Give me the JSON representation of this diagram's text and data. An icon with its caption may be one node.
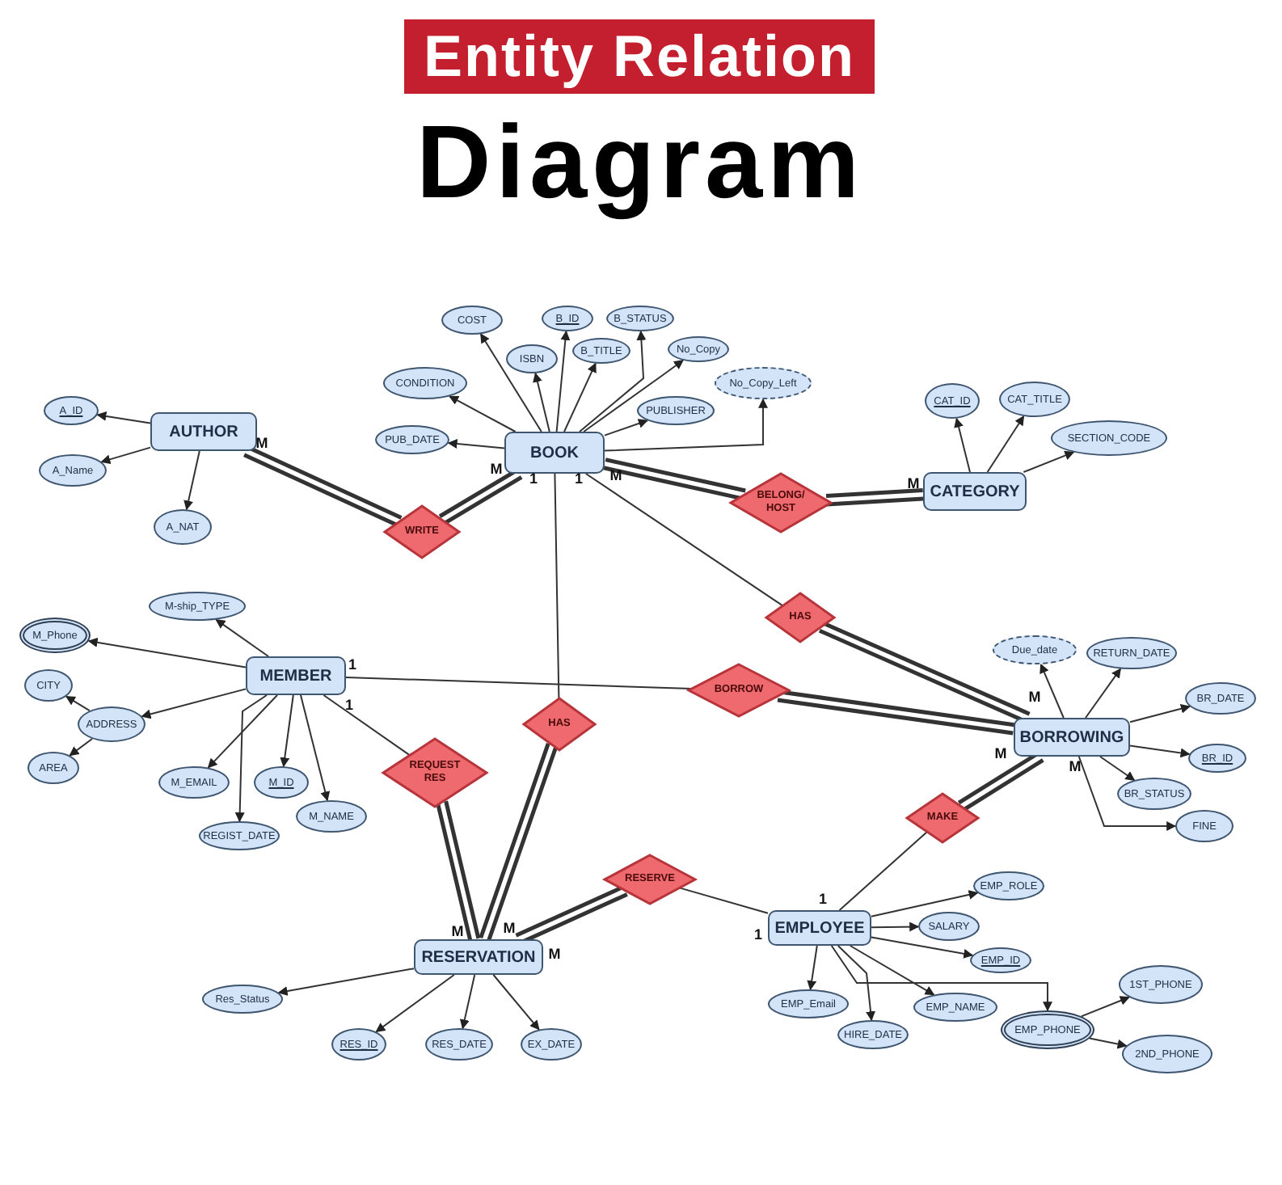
{
  "diagram": {
    "title": "Entity Relation",
    "nodes": [
      {
        "text": [
          "AUTHOR"
        ]
      },
      {
        "text": [
          "A_ID"
        ]
      },
      {
        "text": [
          "A_Name"
        ]
      },
      {
        "text": [
          "A_NAT"
        ]
      },
      {
        "text": [
          "BOOK"
        ]
      },
      {
        "text": [
          "COST"
        ]
      },
      {
        "text": [
          "CONDITION"
        ]
      },
      {
        "text": [
          "PUB_DATE"
        ]
      },
      {
        "text": [
          "ISBN"
        ]
      },
      {
        "text": [
          "B_ID"
        ]
      },
      {
        "text": [
          "B_TITLE"
        ]
      },
      {
        "text": [
          "B_STATUS"
        ]
      },
      {
        "text": [
          "No_Copy"
        ]
      },
      {
        "text": [
          "PUBLISHER"
        ]
      },
      {
        "text": [
          "No_Copy_Left"
        ]
      },
      {
        "text": [
          "WRITE"
        ]
      },
      {
        "text": [
          "BELONG/ HOST"
        ]
      },
      {
        "text": [
          "CATEGORY"
        ]
      },
      {
        "text": [
          "CAT_ID"
        ]
      },
      {
        "text": [
          "CAT_TITLE"
        ]
      },
      {
        "text": [
          "SECTION_CODE"
        ]
      },
      {
        "text": [
          "M-ship_TYPE"
        ]
      },
      {
        "text": [
          "M_Phone"
        ]
      },
      {
        "text": [
          "MEMBER"
        ]
      },
      {
        "text": [
          "CITY"
        ]
      },
      {
        "text": [
          "ADDRESS"
        ]
      },
      {
        "text": [
          "AREA"
        ]
      },
      {
        "text": [
          "M_EMAIL"
        ]
      },
      {
        "text": [
          "M_ID"
        ]
      },
      {
        "text": [
          "REGIST_DATE"
        ]
      },
      {
        "text": [
          "M_NAME"
        ]
      },
      {
        "text": [
          "HAS"
        ]
      },
      {
        "text": [
          "BORROW"
        ]
      },
      {
        "text": [
          "HAS"
        ]
      },
      {
        "text": [
          "REQUEST RES"
        ]
      },
      {
        "text": [
          "Due_date"
        ]
      },
      {
        "text": [
          "RETURN_DATE"
        ]
      },
      {
        "text": [
          "BORROWING"
        ]
      },
      {
        "text": [
          "BR_DATE"
        ]
      },
      {
        "text": [
          "BR_ID"
        ]
      },
      {
        "text": [
          "BR_STATUS"
        ]
      },
      {
        "text": [
          "FINE"
        ]
      },
      {
        "text": [
          "MAKE"
        ]
      },
      {
        "text": [
          "RESERVE"
        ]
      },
      {
        "text": [
          "RESERVATION"
        ]
      },
      {
        "text": [
          "EMPLOYEE"
        ]
      },
      {
        "text": [
          "EMP_ROLE"
        ]
      },
      {
        "text": [
          "SALARY"
        ]
      },
      {
        "text": [
          "EMP_ID"
        ]
      },
      {
        "text": [
          "Res_Status"
        ]
      },
      {
        "text": [
          "EMP_Email"
        ]
      },
      {
        "text": [
          "EMP_NAME"
        ]
      },
      {
        "text": [
          "HIRE_DATE"
        ]
      },
      {
        "text": [
          "RES_ID"
        ]
      },
      {
        "text": [
          "RES_DATE"
        ]
      },
      {
        "text": [
          "EX_DATE"
        ]
      },
      {
        "text": [
          "EMP_PHONE"
        ]
      },
      {
        "text": [
          "1ST_PHONE"
        ]
      },
      {
        "text": [
          "2ND_PHONE"
        ]
      }
    ],
    "edges": [
      {
        "from": 0,
        "to": 1,
        "arrow": "to"
      },
      {
        "from": 0,
        "to": 2,
        "arrow": "to"
      },
      {
        "from": 0,
        "to": 3,
        "arrow": "to"
      },
      {
        "from": 4,
        "to": 5,
        "arrow": "to"
      },
      {
        "from": 4,
        "to": 6,
        "arrow": "to"
      },
      {
        "from": 4,
        "to": 7,
        "arrow": "to"
      },
      {
        "from": 4,
        "to": 8,
        "arrow": "to"
      },
      {
        "from": 4,
        "to": 9,
        "arrow": "to"
      },
      {
        "from": 4,
        "to": 10,
        "arrow": "to"
      },
      {
        "from": 4,
        "to": 11,
        "arrow": "to"
      },
      {
        "from": 4,
        "to": 12,
        "arrow": "to"
      },
      {
        "from": 4,
        "to": 13,
        "arrow": "to"
      },
      {
        "from": 4,
        "to": 14,
        "arrow": "to"
      },
      {
        "from": 17,
        "to": 18,
        "arrow": "to"
      },
      {
        "from": 17,
        "to": 19,
        "arrow": "to"
      },
      {
        "from": 17,
        "to": 20,
        "arrow": "to"
      },
      {
        "from": 23,
        "to": 21,
        "arrow": "to"
      },
      {
        "from": 23,
        "to": 22,
        "arrow": "to"
      },
      {
        "from": 23,
        "to": 25,
        "arrow": "to"
      },
      {
        "from": 25,
        "to": 24,
        "arrow": "to"
      },
      {
        "from": 25,
        "to": 26,
        "arrow": "to"
      },
      {
        "from": 23,
        "to": 27,
        "arrow": "to"
      },
      {
        "from": 23,
        "to": 28,
        "arrow": "to"
      },
      {
        "from": 23,
        "to": 29,
        "arrow": "to"
      },
      {
        "from": 23,
        "to": 30,
        "arrow": "to"
      },
      {
        "from": 37,
        "to": 35,
        "arrow": "to"
      },
      {
        "from": 37,
        "to": 36,
        "arrow": "to"
      },
      {
        "from": 37,
        "to": 38,
        "arrow": "to"
      },
      {
        "from": 37,
        "to": 39,
        "arrow": "to"
      },
      {
        "from": 37,
        "to": 40,
        "arrow": "to"
      },
      {
        "from": 37,
        "to": 41,
        "arrow": "to"
      },
      {
        "from": 44,
        "to": 49,
        "arrow": "to"
      },
      {
        "from": 44,
        "to": 53,
        "arrow": "to"
      },
      {
        "from": 44,
        "to": 54,
        "arrow": "to"
      },
      {
        "from": 44,
        "to": 55,
        "arrow": "to"
      },
      {
        "from": 45,
        "to": 46,
        "arrow": "to"
      },
      {
        "from": 45,
        "to": 47,
        "arrow": "to"
      },
      {
        "from": 45,
        "to": 48,
        "arrow": "to"
      },
      {
        "from": 45,
        "to": 50,
        "arrow": "to"
      },
      {
        "from": 45,
        "to": 52,
        "arrow": "to"
      },
      {
        "from": 45,
        "to": 51,
        "arrow": "to"
      },
      {
        "from": 45,
        "to": 56,
        "arrow": "to"
      },
      {
        "from": 56,
        "to": 57,
        "arrow": "to"
      },
      {
        "from": 56,
        "to": 58,
        "arrow": "to"
      },
      {
        "from": 0,
        "to": 15,
        "arrow": "none",
        "style": "thick"
      },
      {
        "from": 15,
        "to": 4,
        "arrow": "none",
        "style": "thick"
      },
      {
        "from": 4,
        "to": 16,
        "arrow": "none",
        "style": "thick"
      },
      {
        "from": 16,
        "to": 17,
        "arrow": "none",
        "style": "thick"
      },
      {
        "from": 4,
        "to": 31,
        "arrow": "none"
      },
      {
        "from": 31,
        "to": 37,
        "arrow": "none",
        "style": "thick"
      },
      {
        "from": 23,
        "to": 32,
        "arrow": "none"
      },
      {
        "from": 32,
        "to": 37,
        "arrow": "none",
        "style": "thick"
      },
      {
        "from": 4,
        "to": 33,
        "arrow": "none"
      },
      {
        "from": 33,
        "to": 44,
        "arrow": "none",
        "style": "thick"
      },
      {
        "from": 23,
        "to": 34,
        "arrow": "none"
      },
      {
        "from": 34,
        "to": 44,
        "arrow": "none",
        "style": "thick"
      },
      {
        "from": 45,
        "to": 42,
        "arrow": "none"
      },
      {
        "from": 42,
        "to": 37,
        "arrow": "none",
        "style": "thick"
      },
      {
        "from": 44,
        "to": 43,
        "arrow": "none",
        "style": "thick"
      },
      {
        "from": 43,
        "to": 45,
        "arrow": "none"
      }
    ],
    "labels": [
      "Diagram",
      "M",
      "M",
      "1",
      "1",
      "M",
      "M",
      "1",
      "1",
      "M",
      "M",
      "M",
      "M",
      "M",
      "M",
      "1",
      "1"
    ]
  }
}
